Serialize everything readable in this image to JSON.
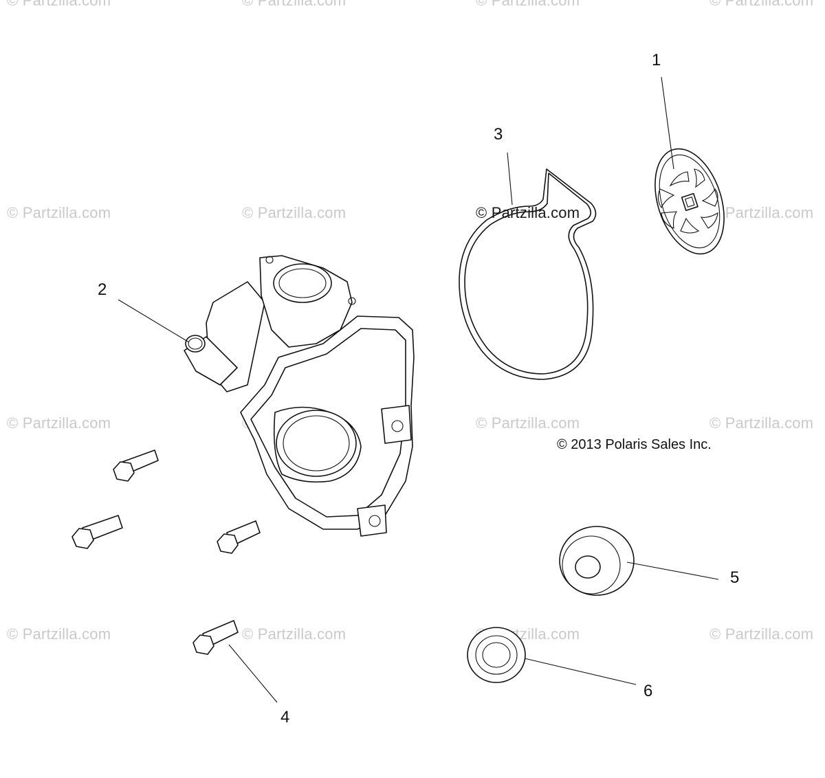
{
  "watermark_text": "© Partzilla.com",
  "center_watermark": "© Partzilla.com",
  "copyright": "© 2013 Polaris Sales Inc.",
  "callouts": [
    {
      "label": "1",
      "part": "impeller"
    },
    {
      "label": "2",
      "part": "water-pump-cover"
    },
    {
      "label": "3",
      "part": "o-ring-gasket"
    },
    {
      "label": "4",
      "part": "bolt"
    },
    {
      "label": "5",
      "part": "mechanical-seal"
    },
    {
      "label": "6",
      "part": "oil-seal"
    }
  ]
}
